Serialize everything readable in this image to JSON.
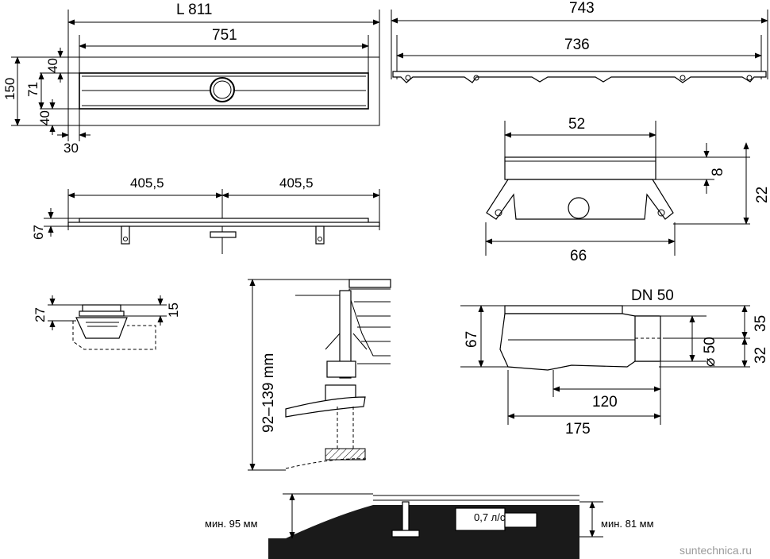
{
  "top_view": {
    "length_label": "L  811",
    "inner_length": "751",
    "height_total": "150",
    "offset_top": "40",
    "inner_height": "71",
    "offset_bottom": "40",
    "offset_left": "30"
  },
  "side_top": {
    "overall": "743",
    "inner": "736"
  },
  "front_view": {
    "half_left": "405,5",
    "half_right": "405,5",
    "height": "67"
  },
  "cross_section": {
    "width_top": "52",
    "grate_height": "8",
    "total_height": "22",
    "width_bottom": "66"
  },
  "small_section": {
    "height_a": "27",
    "height_b": "15"
  },
  "leg_detail": {
    "range": "92–139 mm"
  },
  "outlet": {
    "dn": "DN 50",
    "height": "67",
    "diameter": "⌀ 50",
    "h35": "35",
    "h32": "32",
    "len120": "120",
    "len175": "175"
  },
  "floor_section": {
    "min_left": "мин. 95 мм",
    "flow": "0,7 л/с",
    "min_right": "мин. 81 мм"
  },
  "watermark": "suntechnica.ru"
}
